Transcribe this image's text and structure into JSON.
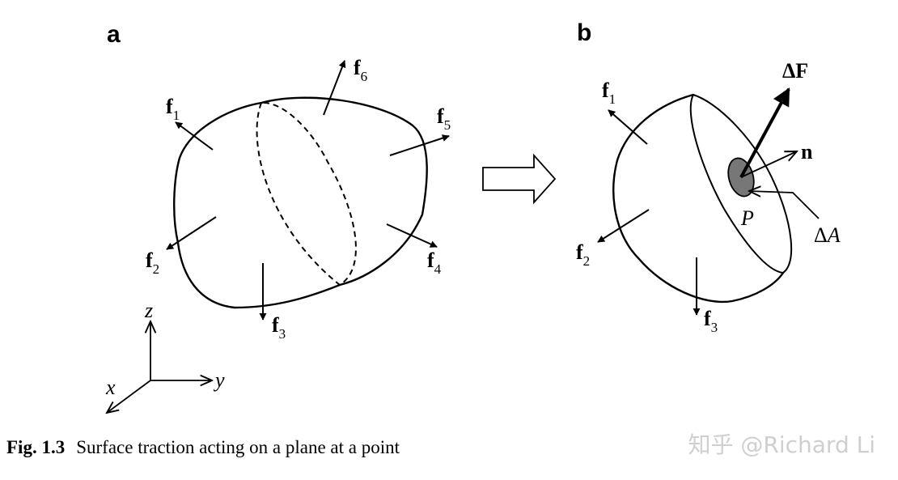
{
  "panel_a_label": "a",
  "panel_b_label": "b",
  "panel_a": {
    "forces": [
      {
        "symbol": "f",
        "index": "1"
      },
      {
        "symbol": "f",
        "index": "2"
      },
      {
        "symbol": "f",
        "index": "3"
      },
      {
        "symbol": "f",
        "index": "4"
      },
      {
        "symbol": "f",
        "index": "5"
      },
      {
        "symbol": "f",
        "index": "6"
      }
    ],
    "axes": {
      "x": "x",
      "y": "y",
      "z": "z"
    }
  },
  "panel_b": {
    "forces": [
      {
        "symbol": "f",
        "index": "1"
      },
      {
        "symbol": "f",
        "index": "2"
      },
      {
        "symbol": "f",
        "index": "3"
      }
    ],
    "delta_f": "ΔF",
    "normal": "n",
    "point": "P",
    "delta_a_prefix": "Δ",
    "delta_a_var": "A"
  },
  "caption": {
    "figure_number": "Fig. 1.3",
    "text": "Surface traction acting on a plane at a point"
  },
  "watermark": "知乎 @Richard Li"
}
